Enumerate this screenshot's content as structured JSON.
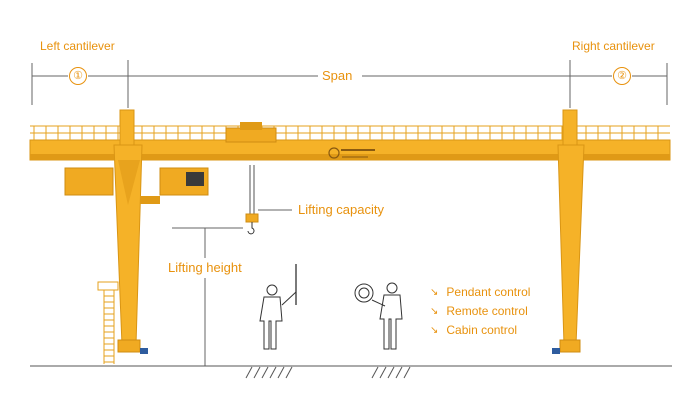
{
  "labels": {
    "left_cantilever": "Left cantilever",
    "right_cantilever": "Right cantilever",
    "span": "Span",
    "lifting_capacity": "Lifting capacity",
    "lifting_height": "Lifting height",
    "circle_1": "①",
    "circle_2": "②"
  },
  "controls": [
    {
      "label": "Pendant control"
    },
    {
      "label": "Remote control"
    },
    {
      "label": "Cabin control"
    }
  ],
  "icons": {
    "arrow": "arrow-icon"
  },
  "colors": {
    "crane_yellow": "#f5b228",
    "crane_shade": "#e09a16",
    "label_orange": "#e8920e",
    "line": "#555555"
  }
}
